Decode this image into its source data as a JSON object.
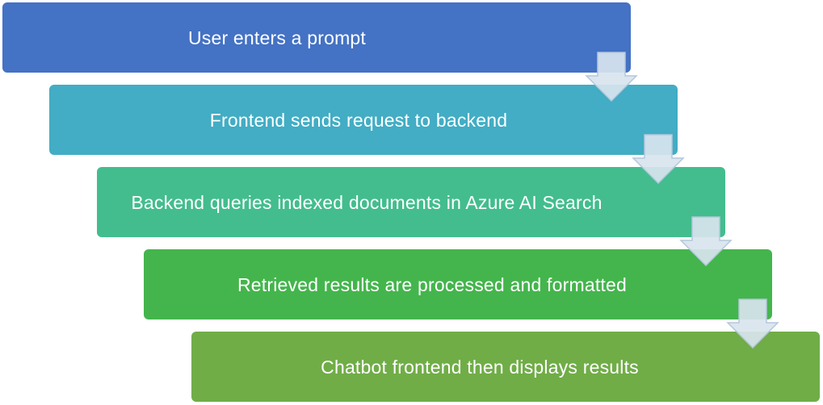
{
  "steps": [
    {
      "label": "User enters a prompt"
    },
    {
      "label": "Frontend sends request to backend"
    },
    {
      "label": "Backend queries indexed documents in Azure AI Search"
    },
    {
      "label": "Retrieved results are processed and formatted"
    },
    {
      "label": "Chatbot frontend then displays results"
    }
  ],
  "colors": {
    "step_1": "#4472c4",
    "step_2": "#42adc4",
    "step_3": "#43bd8e",
    "step_4": "#44b54c",
    "step_5": "#70ad47",
    "arrow_fill": "#d8e4ee",
    "arrow_stroke": "#b4c7dc"
  },
  "connectors": [
    {
      "icon": "down-arrow-icon"
    },
    {
      "icon": "down-arrow-icon"
    },
    {
      "icon": "down-arrow-icon"
    },
    {
      "icon": "down-arrow-icon"
    }
  ]
}
